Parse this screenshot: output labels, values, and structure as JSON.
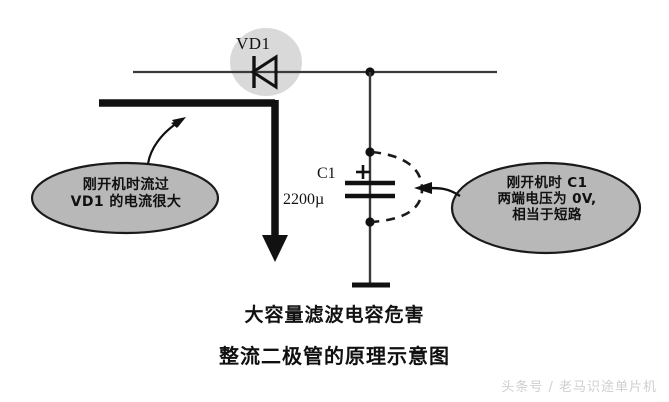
{
  "figure": {
    "caption_top": "大容量滤波电容危害",
    "caption_main": "整流二极管的原理示意图",
    "watermark": "头条号 / 老马识途单片机"
  },
  "circuit": {
    "diode": {
      "label": "VD1",
      "highlight_color": "#d4d4d4"
    },
    "capacitor": {
      "designator": "C1",
      "value": "2200µ",
      "polarity_mark": "+"
    },
    "node_color": "#111111",
    "wire_color": "#3a3a3a",
    "short_arc_color": "#1a1a1a"
  },
  "callouts": {
    "left": {
      "lines": [
        "刚开机时流过",
        "VD1 的电流很大"
      ],
      "fill": "#b8b8b8",
      "stroke": "#1a1a1a"
    },
    "right": {
      "lines": [
        "刚开机时 C1",
        "两端电压为 0V,",
        "相当于短路"
      ],
      "fill": "#b8b8b8",
      "stroke": "#1a1a1a"
    }
  },
  "current_arrow": {
    "color": "#111111",
    "description": "inrush-current-path"
  }
}
